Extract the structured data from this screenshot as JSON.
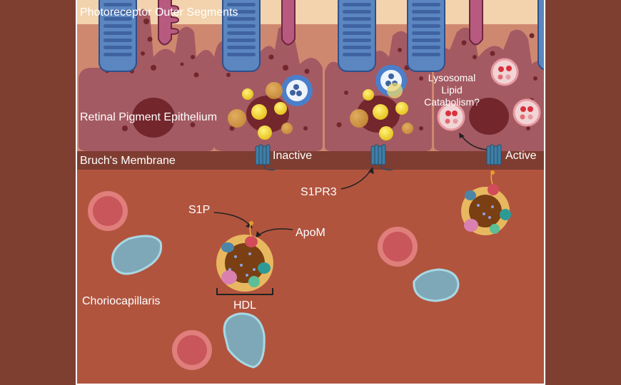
{
  "figure": {
    "title": "S1P / S1PR3 signaling at the RPE–choriocapillaris interface",
    "layers": {
      "photoreceptor": "Photoreceptor Outer Segments",
      "rpe": "Retinal Pigment Epithelium",
      "bruchs": "Bruch's Membrane",
      "choriocapillaris": "Choriocapillaris"
    },
    "receptor_labels": {
      "inactive": "Inactive",
      "active": "Active",
      "receptor": "S1PR3"
    },
    "lysosome_labels": [
      "Lysosomal",
      "Lipid",
      "Catabolism?"
    ],
    "hdl_labels": {
      "s1p": "S1P",
      "apom": "ApoM",
      "hdl": "HDL"
    },
    "colors": {
      "outer_background": "#7e3f31",
      "photoreceptor_band": "#f2d3ad",
      "rpe_band": "#cf8870",
      "rpe_cell": "#a45a62",
      "nucleus": "#73262c",
      "bruchs": "#7f3d31",
      "choroid": "#b1543e",
      "outer_segment": "#5b86c0",
      "receptor": "#3f7ea7",
      "lipid_droplet": "#f2d43a",
      "rbc": "#c8565a",
      "rbc_rim": "#e07e7c",
      "blue_cell": "#7ea8b8",
      "hdl_core": "#7a3f12"
    }
  }
}
